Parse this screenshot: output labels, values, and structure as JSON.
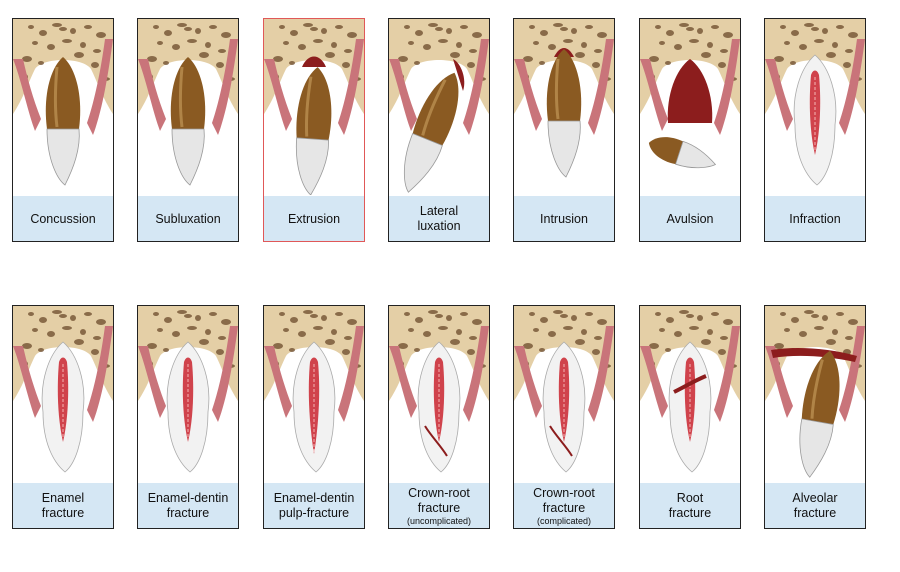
{
  "colors": {
    "bone": "#e4cfa6",
    "bone_pore": "#6b4a2a",
    "gum": "#c9747a",
    "root": "#8a5a22",
    "crown": "#e6e6e6",
    "pulp": "#d0434c",
    "blood": "#8c1d1d",
    "label_bg": "#d5e7f4",
    "selected_border": "#e05858"
  },
  "cards": [
    {
      "id": "concussion",
      "lines": [
        "Concussion"
      ],
      "sub": "",
      "selected": false,
      "variant": "normal"
    },
    {
      "id": "subluxation",
      "lines": [
        "Subluxation"
      ],
      "sub": "",
      "selected": false,
      "variant": "normal"
    },
    {
      "id": "extrusion",
      "lines": [
        "Extrusion"
      ],
      "sub": "",
      "selected": true,
      "variant": "extrusion"
    },
    {
      "id": "lateral-luxation",
      "lines": [
        "Lateral",
        "luxation"
      ],
      "sub": "",
      "selected": false,
      "variant": "lateral"
    },
    {
      "id": "intrusion",
      "lines": [
        "Intrusion"
      ],
      "sub": "",
      "selected": false,
      "variant": "intrusion"
    },
    {
      "id": "avulsion",
      "lines": [
        "Avulsion"
      ],
      "sub": "",
      "selected": false,
      "variant": "avulsion"
    },
    {
      "id": "infraction",
      "lines": [
        "Infraction"
      ],
      "sub": "",
      "selected": false,
      "variant": "pulp"
    },
    {
      "id": "enamel-fracture",
      "lines": [
        "Enamel",
        "fracture"
      ],
      "sub": "",
      "selected": false,
      "variant": "pulp"
    },
    {
      "id": "enamel-dentin-fracture",
      "lines": [
        "Enamel-dentin",
        "fracture"
      ],
      "sub": "",
      "selected": false,
      "variant": "pulp"
    },
    {
      "id": "enamel-dentin-pulp-fracture",
      "lines": [
        "Enamel-dentin",
        "pulp-fracture"
      ],
      "sub": "",
      "selected": false,
      "variant": "pulp-open"
    },
    {
      "id": "crown-root-fracture-uncomplicated",
      "lines": [
        "Crown-root",
        "fracture"
      ],
      "sub": "(uncomplicated)",
      "selected": false,
      "variant": "crown-root"
    },
    {
      "id": "crown-root-fracture-complicated",
      "lines": [
        "Crown-root",
        "fracture"
      ],
      "sub": "(complicated)",
      "selected": false,
      "variant": "crown-root"
    },
    {
      "id": "root-fracture",
      "lines": [
        "Root",
        "fracture"
      ],
      "sub": "",
      "selected": false,
      "variant": "root-fracture"
    },
    {
      "id": "alveolar-fracture",
      "lines": [
        "Alveolar",
        "fracture"
      ],
      "sub": "",
      "selected": false,
      "variant": "alveolar"
    }
  ]
}
